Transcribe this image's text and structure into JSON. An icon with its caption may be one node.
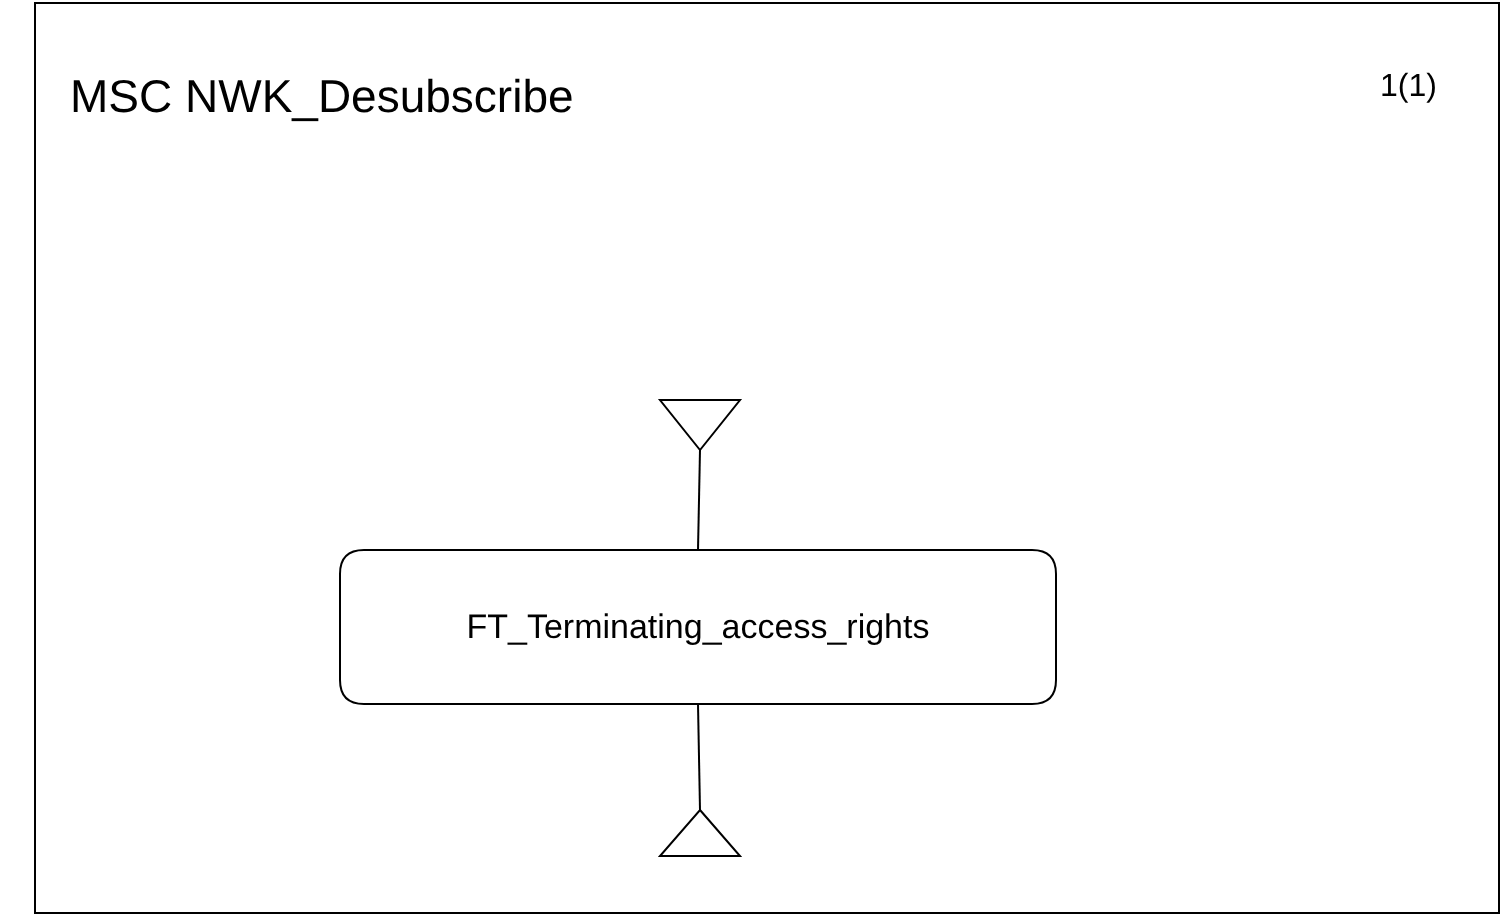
{
  "diagram": {
    "title": "MSC NWK_Desubscribe",
    "nodes": [
      {
        "text": [],
        "shape": "triangle"
      },
      {
        "text": [
          "FT_Terminating_access_rights"
        ]
      },
      {
        "text": [],
        "shape": "triangle"
      }
    ],
    "edges": [
      {
        "from": 0,
        "to": 1,
        "arrow": "none"
      },
      {
        "from": 1,
        "to": 2,
        "arrow": "none"
      }
    ],
    "labels": [
      "1(1)"
    ]
  }
}
